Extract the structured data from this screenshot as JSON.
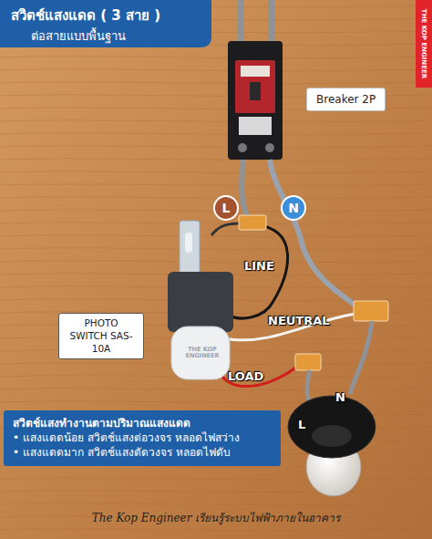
{
  "diagram": {
    "title": "สวิตช์แสงแดด ( 3 สาย )",
    "caption": "The Kop Engineer เรียนรู้ระบบไฟฟ้าภายในอาคาร",
    "nodes": [
      {
        "text": [
          "Breaker 2P"
        ]
      },
      {
        "text": [
          "L"
        ]
      },
      {
        "text": [
          "N"
        ]
      },
      {
        "text": [
          "PHOTO SWITCH SAS-10A"
        ]
      },
      {
        "text": [
          "สวิตช์แสงทำงานตามปริมาณแสงแดด",
          "• แสงแดดน้อย สวิตช์แสงต่อวงจร หลอดไฟสว่าง",
          "• แสงแดดมาก สวิตช์แสงตัดวงจร หลอดไฟดับ"
        ]
      }
    ],
    "labels": [
      "ต่อสายแบบพื้นฐาน",
      "THE KOP ENGINEER",
      "LINE",
      "NEUTRAL",
      "LOAD",
      "L",
      "N",
      "THE KOP ENGINEER"
    ]
  }
}
